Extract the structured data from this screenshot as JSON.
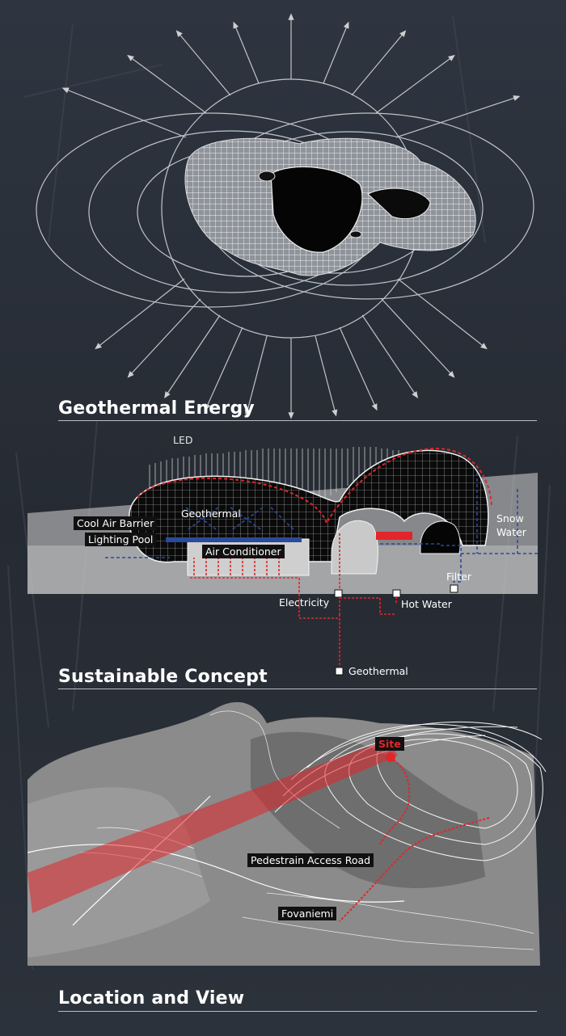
{
  "sections": {
    "geothermal": {
      "title": "Geothermal Energy"
    },
    "sustainable": {
      "title": "Sustainable Concept",
      "labels": {
        "led": "LED",
        "cool_air_barrier": "Cool Air Barrier",
        "lighting_pool": "Lighting Pool",
        "geothermal_inner": "Geothermal",
        "air_conditioner": "Air Conditioner",
        "snow": "Snow",
        "water": "Water",
        "filter": "Filter",
        "electricity": "Electricity",
        "hot_water": "Hot Water",
        "geothermal_source": "Geothermal"
      }
    },
    "location": {
      "title": "Location and View",
      "labels": {
        "site": "Site",
        "access_road": "Pedestrain Access Road",
        "fovaniemi": "Fovaniemi"
      }
    }
  },
  "colors": {
    "background": "#2b313b",
    "accent_red": "#e0262b",
    "duct_blue": "#2a4a9a",
    "rule": "#b9bec6"
  }
}
